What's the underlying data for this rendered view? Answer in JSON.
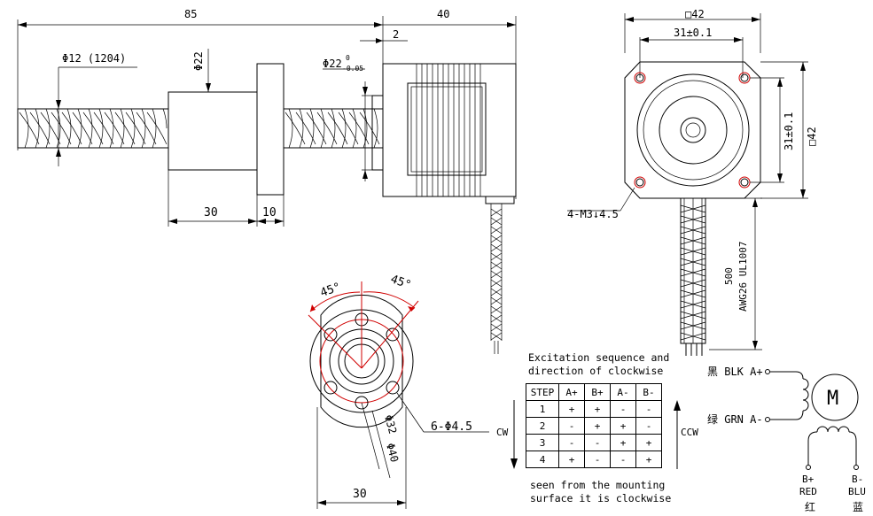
{
  "side_view": {
    "dim_total_length": "85",
    "dim_motor_length": "40",
    "dim_pilot": "2",
    "dim_screw": "Φ12 (1204)",
    "dim_nut_dia": "Φ22",
    "dim_pilot_dia": "Φ22",
    "dim_pilot_tol_upper": "0",
    "dim_pilot_tol_lower": "-0.05",
    "dim_nut_body": "30",
    "dim_flange_thk": "10"
  },
  "front_view": {
    "dim_frame": "□42",
    "dim_hole_spacing_h": "31±0.1",
    "dim_hole_spacing_v": "31±0.1",
    "dim_frame_v": "□42",
    "mount_holes": "4-M3↓4.5",
    "lead_length": "500",
    "lead_spec": "AWG26 UL1007"
  },
  "flange_view": {
    "angle_left": "45°",
    "angle_right": "45°",
    "holes": "6-Φ4.5",
    "dim_pcd": "Φ32",
    "dim_od": "Φ40",
    "dim_width": "30"
  },
  "excitation": {
    "title_line1": "Excitation sequence and",
    "title_line2": "direction of clockwise",
    "headers": [
      "STEP",
      "A+",
      "B+",
      "A-",
      "B-"
    ],
    "rows": [
      [
        "1",
        "+",
        "+",
        "-",
        "-"
      ],
      [
        "2",
        "-",
        "+",
        "+",
        "-"
      ],
      [
        "3",
        "-",
        "-",
        "+",
        "+"
      ],
      [
        "4",
        "+",
        "-",
        "-",
        "+"
      ]
    ],
    "cw_label": "CW",
    "ccw_label": "CCW",
    "footer_line1": "seen from the mounting",
    "footer_line2": "surface it is clockwise"
  },
  "wiring": {
    "a_plus": "黑 BLK A+",
    "a_minus": "绿 GRN A-",
    "motor_symbol": "M",
    "b_plus": "B+",
    "b_plus_color": "RED",
    "b_plus_cn": "红",
    "b_minus": "B-",
    "b_minus_color": "BLU",
    "b_minus_cn": "蓝"
  }
}
